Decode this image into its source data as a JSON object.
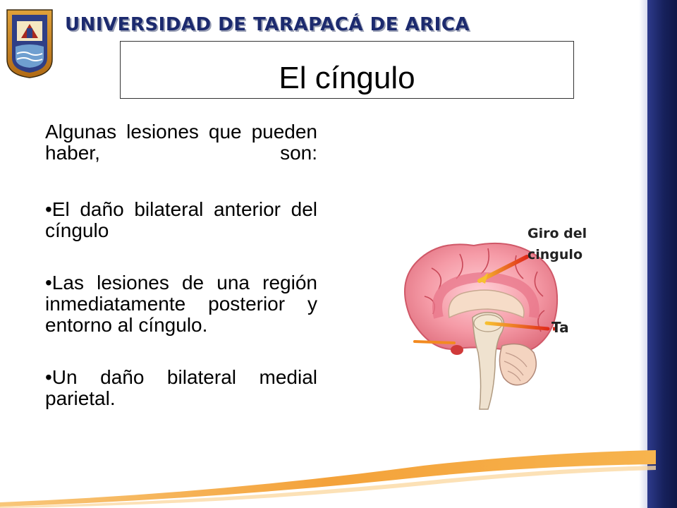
{
  "header": {
    "university_name": "UNIVERSIDAD DE TARAPACÁ DE ARICA"
  },
  "slide": {
    "title": "El cíngulo",
    "intro": "Algunas lesiones que pueden haber, son:",
    "bullets": [
      "•El daño bilateral anterior del cíngulo",
      "•Las lesiones de una región inmediatamente posterior y entorno al cíngulo.",
      "•Un daño bilateral medial parietal."
    ]
  },
  "figure": {
    "label_top": "Giro del cingulo",
    "label_partial": "Ta"
  },
  "colors": {
    "navy": "#1c2a6e",
    "brain_pink": "#f08a98",
    "arrow": "#f0a020",
    "swoosh": "#f4a23a"
  }
}
